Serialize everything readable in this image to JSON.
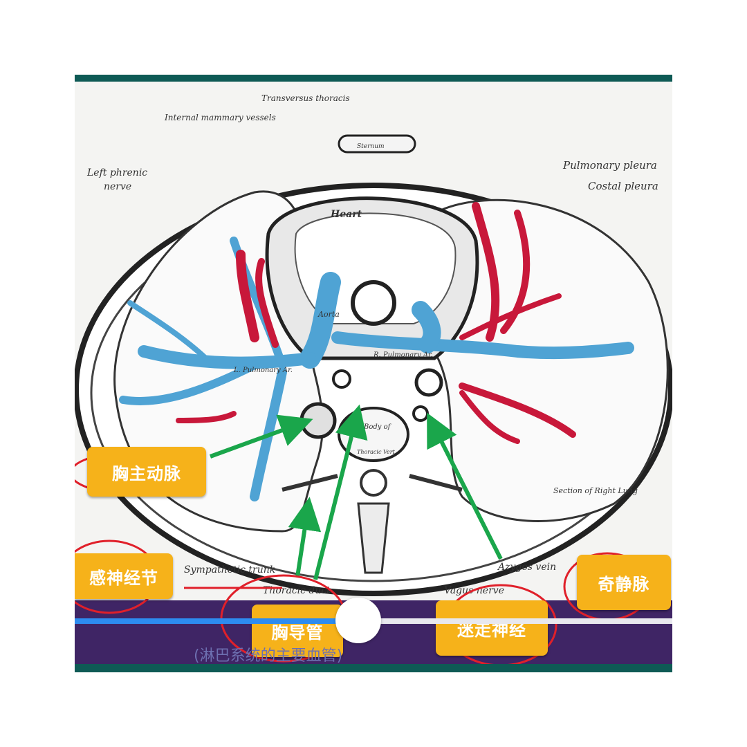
{
  "labels_en": {
    "transversus_thoracis": "Transversus thoracis",
    "internal_mammary": "Internal mammary vessels",
    "sternum": "Sternum",
    "left_phrenic_1": "Left phrenic",
    "left_phrenic_2": "nerve",
    "pulmonary_pleura": "Pulmonary pleura",
    "costal_pleura": "Costal pleura",
    "heart": "Heart",
    "aorta": "Aorta",
    "l_pulmonary_ar": "L. Pulmonary Ar.",
    "r_pulmonary_ar": "R. Pulmonary Ar.",
    "body_of_vertebra_1": "Body of",
    "body_of_vertebra_2": "Thoracic Vert.",
    "section_right_lung": "Section of Right Lung",
    "sympathetic_trunk": "Sympathetic trunk",
    "thoracic_duct": "Thoracic duct",
    "vagus_nerve": "Vagus nerve",
    "azygos_vein": "Azygos vein"
  },
  "labels_cn": {
    "thoracic_aorta": "胸主动脉",
    "sympathetic_ganglion": "感神经节",
    "azygos_vein": "奇静脉",
    "thoracic_duct": "胸导管",
    "vagus_nerve": "迷走神经"
  },
  "subtitle": "(淋巴系统的主要血管)",
  "player": {
    "progress": 0.475
  },
  "colors": {
    "vein_blue": "#4fa3d4",
    "artery_red": "#c8183a",
    "arrow_green": "#1aa64b",
    "tag_orange": "#f6b21a",
    "annot_red": "#e0202a",
    "band_teal": "#0e5a55",
    "strip_purple": "#3f2565",
    "progress_blue": "#2d8cf0"
  }
}
